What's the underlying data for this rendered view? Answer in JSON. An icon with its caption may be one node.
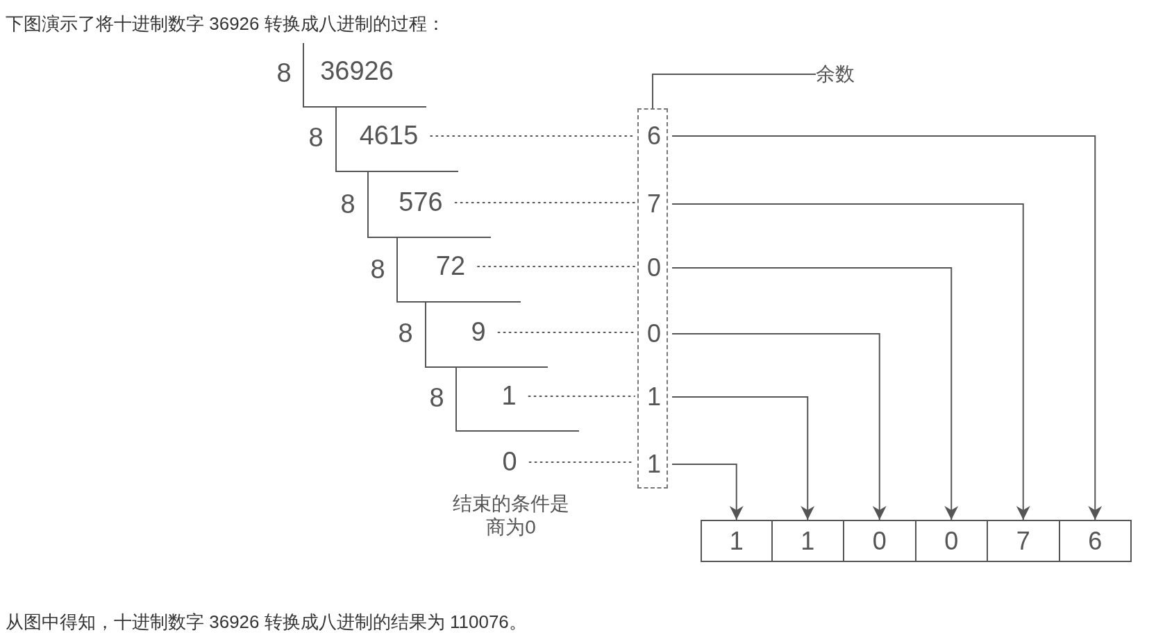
{
  "diagram": {
    "title": "下图演示了将十进制数字 36926 转换成八进制的过程：",
    "caption": "从图中得知，十进制数字 36926 转换成八进制的结果为 110076。",
    "nodes": [
      {
        "text": [],
        "shape": "box"
      },
      {
        "text": [
          "6"
        ],
        "in": 0
      },
      {
        "text": [
          "7"
        ],
        "in": 0
      },
      {
        "text": [
          "0"
        ],
        "in": 0
      },
      {
        "text": [
          "0"
        ],
        "in": 0
      },
      {
        "text": [
          "1"
        ],
        "in": 0
      },
      {
        "text": [
          "1"
        ],
        "in": 0
      },
      {
        "text": [
          "余数"
        ]
      },
      {
        "text": [
          "4615"
        ]
      },
      {
        "text": [
          "576"
        ]
      },
      {
        "text": [
          "72"
        ]
      },
      {
        "text": [
          "9"
        ]
      },
      {
        "text": [
          "1"
        ]
      },
      {
        "text": [
          "0"
        ]
      },
      {
        "text": [
          "1"
        ]
      },
      {
        "text": [
          "1"
        ]
      },
      {
        "text": [
          "0"
        ]
      },
      {
        "text": [
          "0"
        ]
      },
      {
        "text": [
          "7"
        ]
      },
      {
        "text": [
          "6"
        ]
      }
    ],
    "edges": [
      {
        "from": 7,
        "to": 0,
        "arrow": "none"
      },
      {
        "from": 8,
        "to": 1,
        "arrow": "none",
        "style": "dashed"
      },
      {
        "from": 9,
        "to": 2,
        "arrow": "none",
        "style": "dashed"
      },
      {
        "from": 10,
        "to": 3,
        "arrow": "none",
        "style": "dashed"
      },
      {
        "from": 11,
        "to": 4,
        "arrow": "none",
        "style": "dashed"
      },
      {
        "from": 12,
        "to": 5,
        "arrow": "none",
        "style": "dashed"
      },
      {
        "from": 13,
        "to": 6,
        "arrow": "none",
        "style": "dashed"
      },
      {
        "from": 1,
        "to": 19,
        "arrow": "to"
      },
      {
        "from": 2,
        "to": 18,
        "arrow": "to"
      },
      {
        "from": 3,
        "to": 17,
        "arrow": "to"
      },
      {
        "from": 4,
        "to": 16,
        "arrow": "to"
      },
      {
        "from": 5,
        "to": 15,
        "arrow": "to"
      },
      {
        "from": 6,
        "to": 14,
        "arrow": "to"
      }
    ],
    "labels": [
      "8",
      "36926",
      "8",
      "8",
      "8",
      "8",
      "8",
      "结束的条件是商为0"
    ]
  }
}
